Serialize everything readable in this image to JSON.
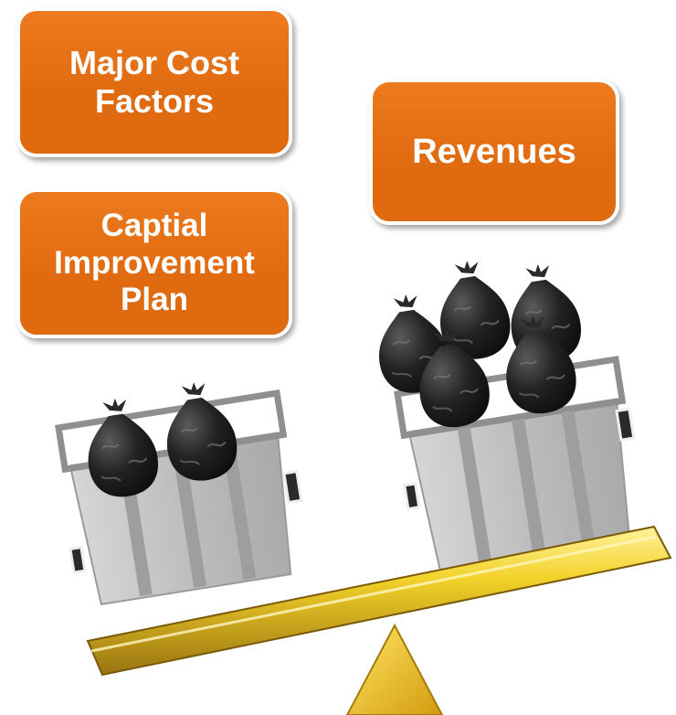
{
  "colors": {
    "box_fill": "#e06a10",
    "box_gradient_light": "#ec7a1e",
    "box_border": "#ffffff",
    "beam_gold": "#e8c018",
    "fulcrum_gold": "#f0c020",
    "dumpster_gray": "#b8b8b8",
    "bag_black": "#1c1c1c"
  },
  "boxes": {
    "major_cost": {
      "line1": "Major Cost",
      "line2": "Factors"
    },
    "capital_plan": {
      "line1": "Captial",
      "line2": "Improvement",
      "line3": "Plan"
    },
    "revenues": {
      "label": "Revenues"
    }
  },
  "scale": {
    "left_side_bags": 2,
    "right_side_bags": 5,
    "tilt": "left side down"
  }
}
